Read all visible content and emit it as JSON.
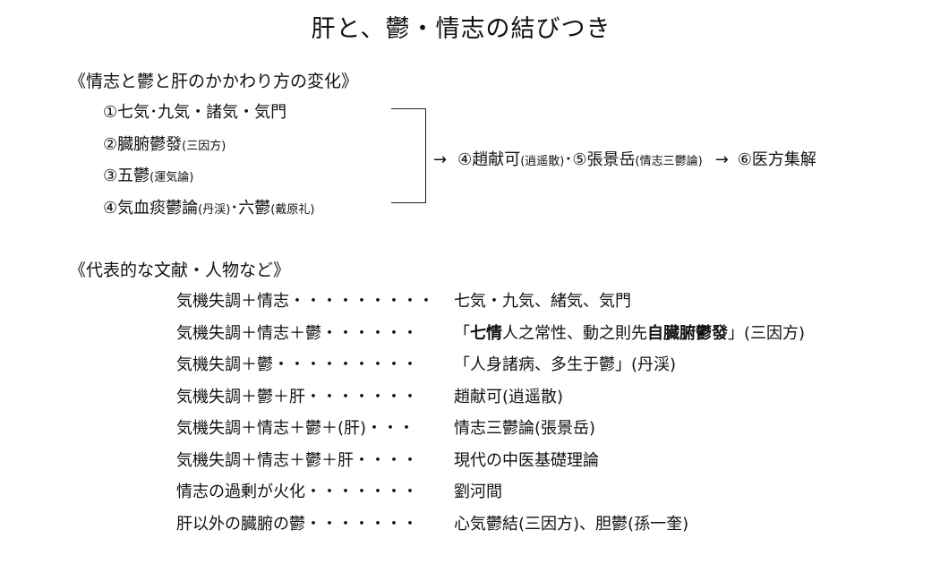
{
  "title": "肝と、鬱・情志の結びつき",
  "section1": {
    "heading": "《情志と鬱と肝のかかわり方の変化》",
    "items": [
      {
        "main": "①七気･九気・諸気・気門",
        "note": ""
      },
      {
        "main": "②臓腑鬱發",
        "note": "(三因方)"
      },
      {
        "main": "③五鬱",
        "note": "(運気論)"
      },
      {
        "main": "④気血痰鬱論",
        "note": "(丹渓)",
        "main2": "･六鬱",
        "note2": "(戴原礼)"
      }
    ],
    "flow": {
      "arrow1": "→",
      "step4": "④趙献可",
      "step4_note": "(逍遥散)",
      "sep": "･",
      "step5": "⑤張景岳",
      "step5_note": "(情志三鬱論)",
      "arrow2": "→",
      "step6": "⑥医方集解"
    }
  },
  "section2": {
    "heading": "《代表的な文献・人物など》",
    "rows": [
      {
        "left": "気機失調＋情志",
        "dots": "・・・・・・・・・",
        "right": "七気・九気、緒気、気門"
      },
      {
        "left": "気機失調＋情志＋鬱",
        "dots": "・・・・・・",
        "right_pre": "「",
        "right_b1": "七情",
        "right_mid": "人之常性、動之則先",
        "right_b2": "自臓腑鬱發",
        "right_post": "」(三因方)"
      },
      {
        "left": "気機失調＋鬱",
        "dots": "・・・・・・・・・",
        "right": "「人身諸病、多生于鬱」(丹渓)"
      },
      {
        "left": "気機失調＋鬱＋肝",
        "dots": "・・・・・・・",
        "right": "趙献可(逍遥散)"
      },
      {
        "left": "気機失調＋情志＋鬱＋(肝)",
        "dots": "・・・",
        "right": "情志三鬱論(張景岳)"
      },
      {
        "left": "気機失調＋情志＋鬱＋肝",
        "dots": "・・・・",
        "right": "現代の中医基礎理論"
      },
      {
        "left": "情志の過剰が火化",
        "dots": "・・・・・・・",
        "right": "劉河間"
      },
      {
        "left": "肝以外の臓腑の鬱",
        "dots": "・・・・・・・",
        "right": "心気鬱結(三因方)、胆鬱(孫一奎)"
      }
    ]
  }
}
